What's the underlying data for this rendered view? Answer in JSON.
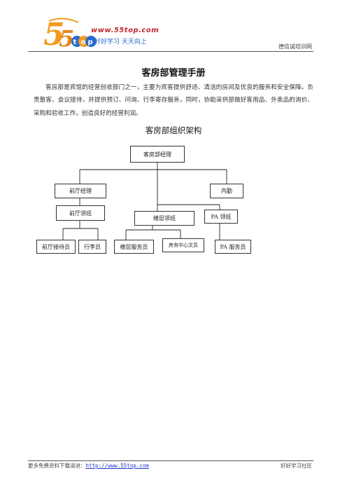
{
  "header": {
    "logo_text": "55top",
    "logo_url": "www.55top.com",
    "logo_slogan": "好好学习 天天向上",
    "site_name": "德信诚培训网"
  },
  "doc": {
    "title": "客房部管理手册",
    "intro": "客房部是宾馆的经营创收部门之一，主要为宾客提供舒适、清洁的房间及优良的服务和安全保障。负责散客、会议接待，并提供预订、问询、行李寄存服务，同时，协助采供部做好客用品、外卖品的询价、采购和验收工作，创造良好的经营利润。",
    "chart_title": "客房部组织架构"
  },
  "org": {
    "root": "客房部经理",
    "front_manager": "前厅经理",
    "internal": "内勤",
    "front_supervisor": "前厅领班",
    "floor_supervisor": "楼层领班",
    "pa_supervisor": "PA 领班",
    "receptionist": "前厅接待员",
    "bellman": "行李员",
    "floor_attendant": "楼层服务员",
    "room_center_clerk": "房务中心文员",
    "pa_attendant": "PA 服务员"
  },
  "footer": {
    "prefix": "更多免费资料下载请进：",
    "link": "http://www.55top.com",
    "right": "好好学习社区"
  },
  "colors": {
    "logo_red": "#c0282a",
    "logo_blue": "#2a6ad0",
    "logo_orange": "#f39a1e",
    "link_blue": "#2233cc"
  }
}
